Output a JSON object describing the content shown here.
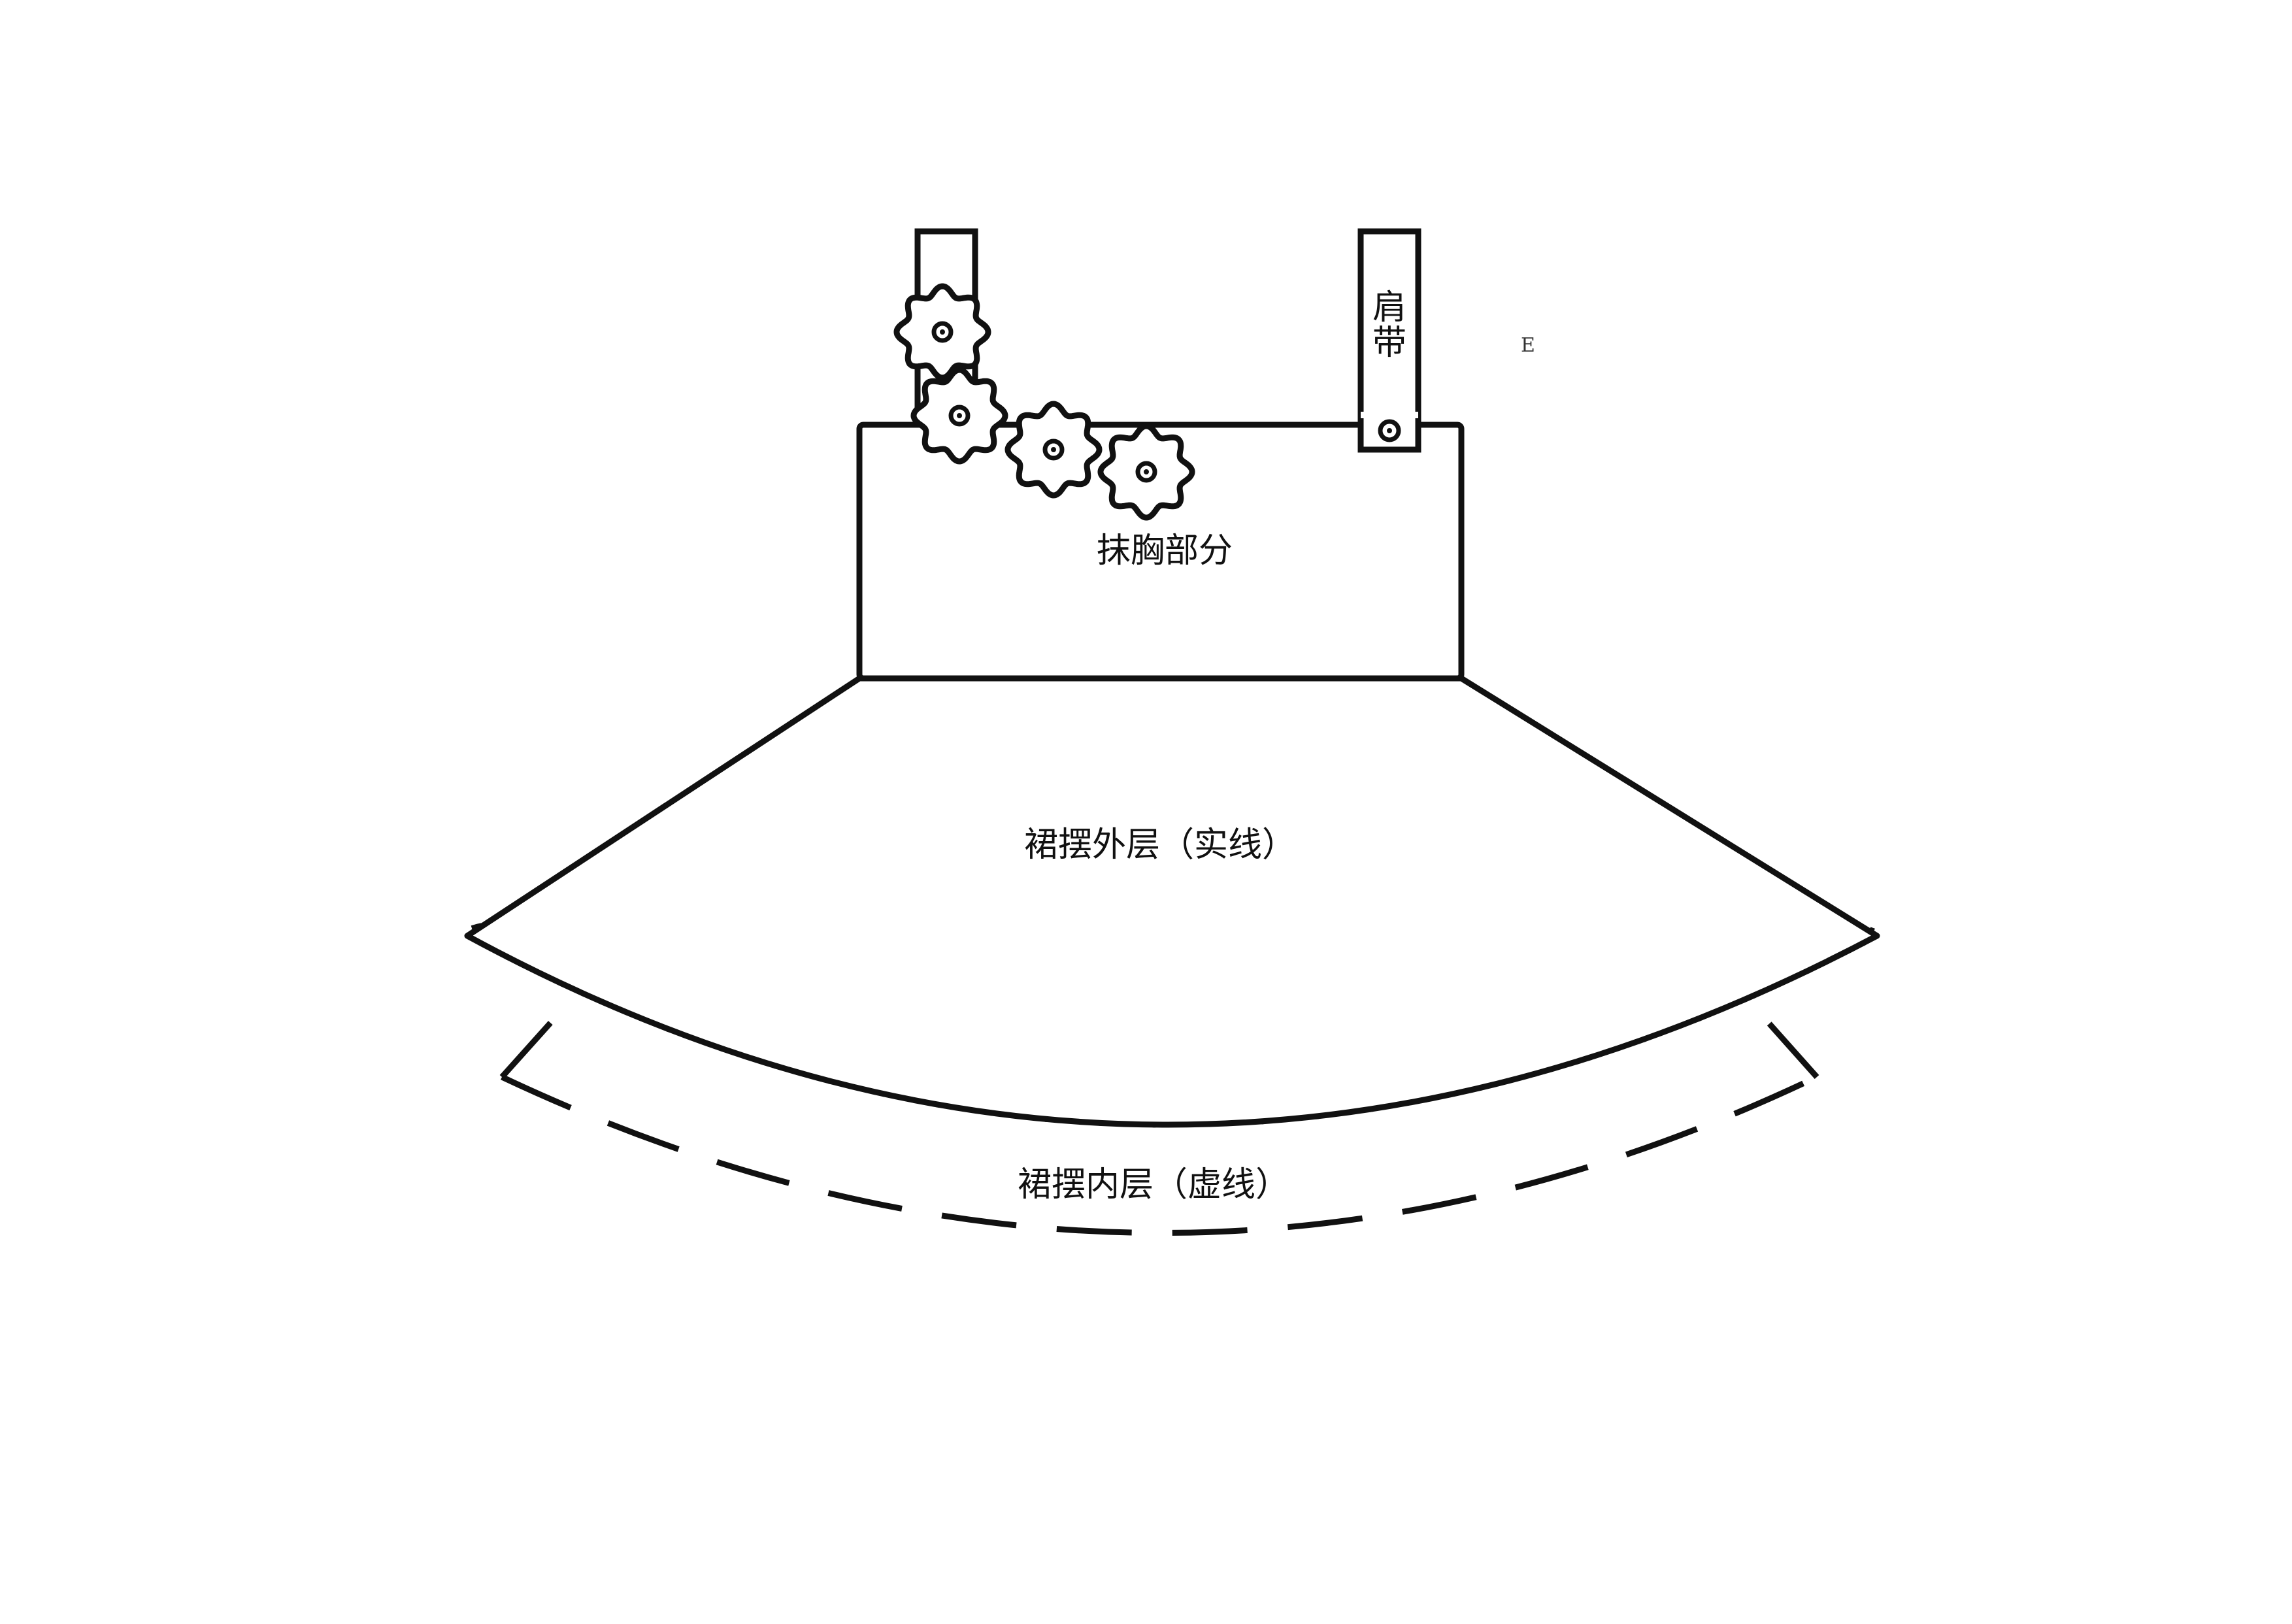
{
  "labels": {
    "strap": "肩带",
    "bodice": "抹胸部分",
    "outer_skirt": "裙摆外层（实线）",
    "inner_skirt": "裙摆内层（虚线）",
    "corner_mark": "E"
  },
  "colors": {
    "line": "#111111",
    "background": "#ffffff"
  },
  "decorations": {
    "flower_count": 4,
    "flower_icon": "gear-flower-icon",
    "button_icon": "button-icon"
  }
}
